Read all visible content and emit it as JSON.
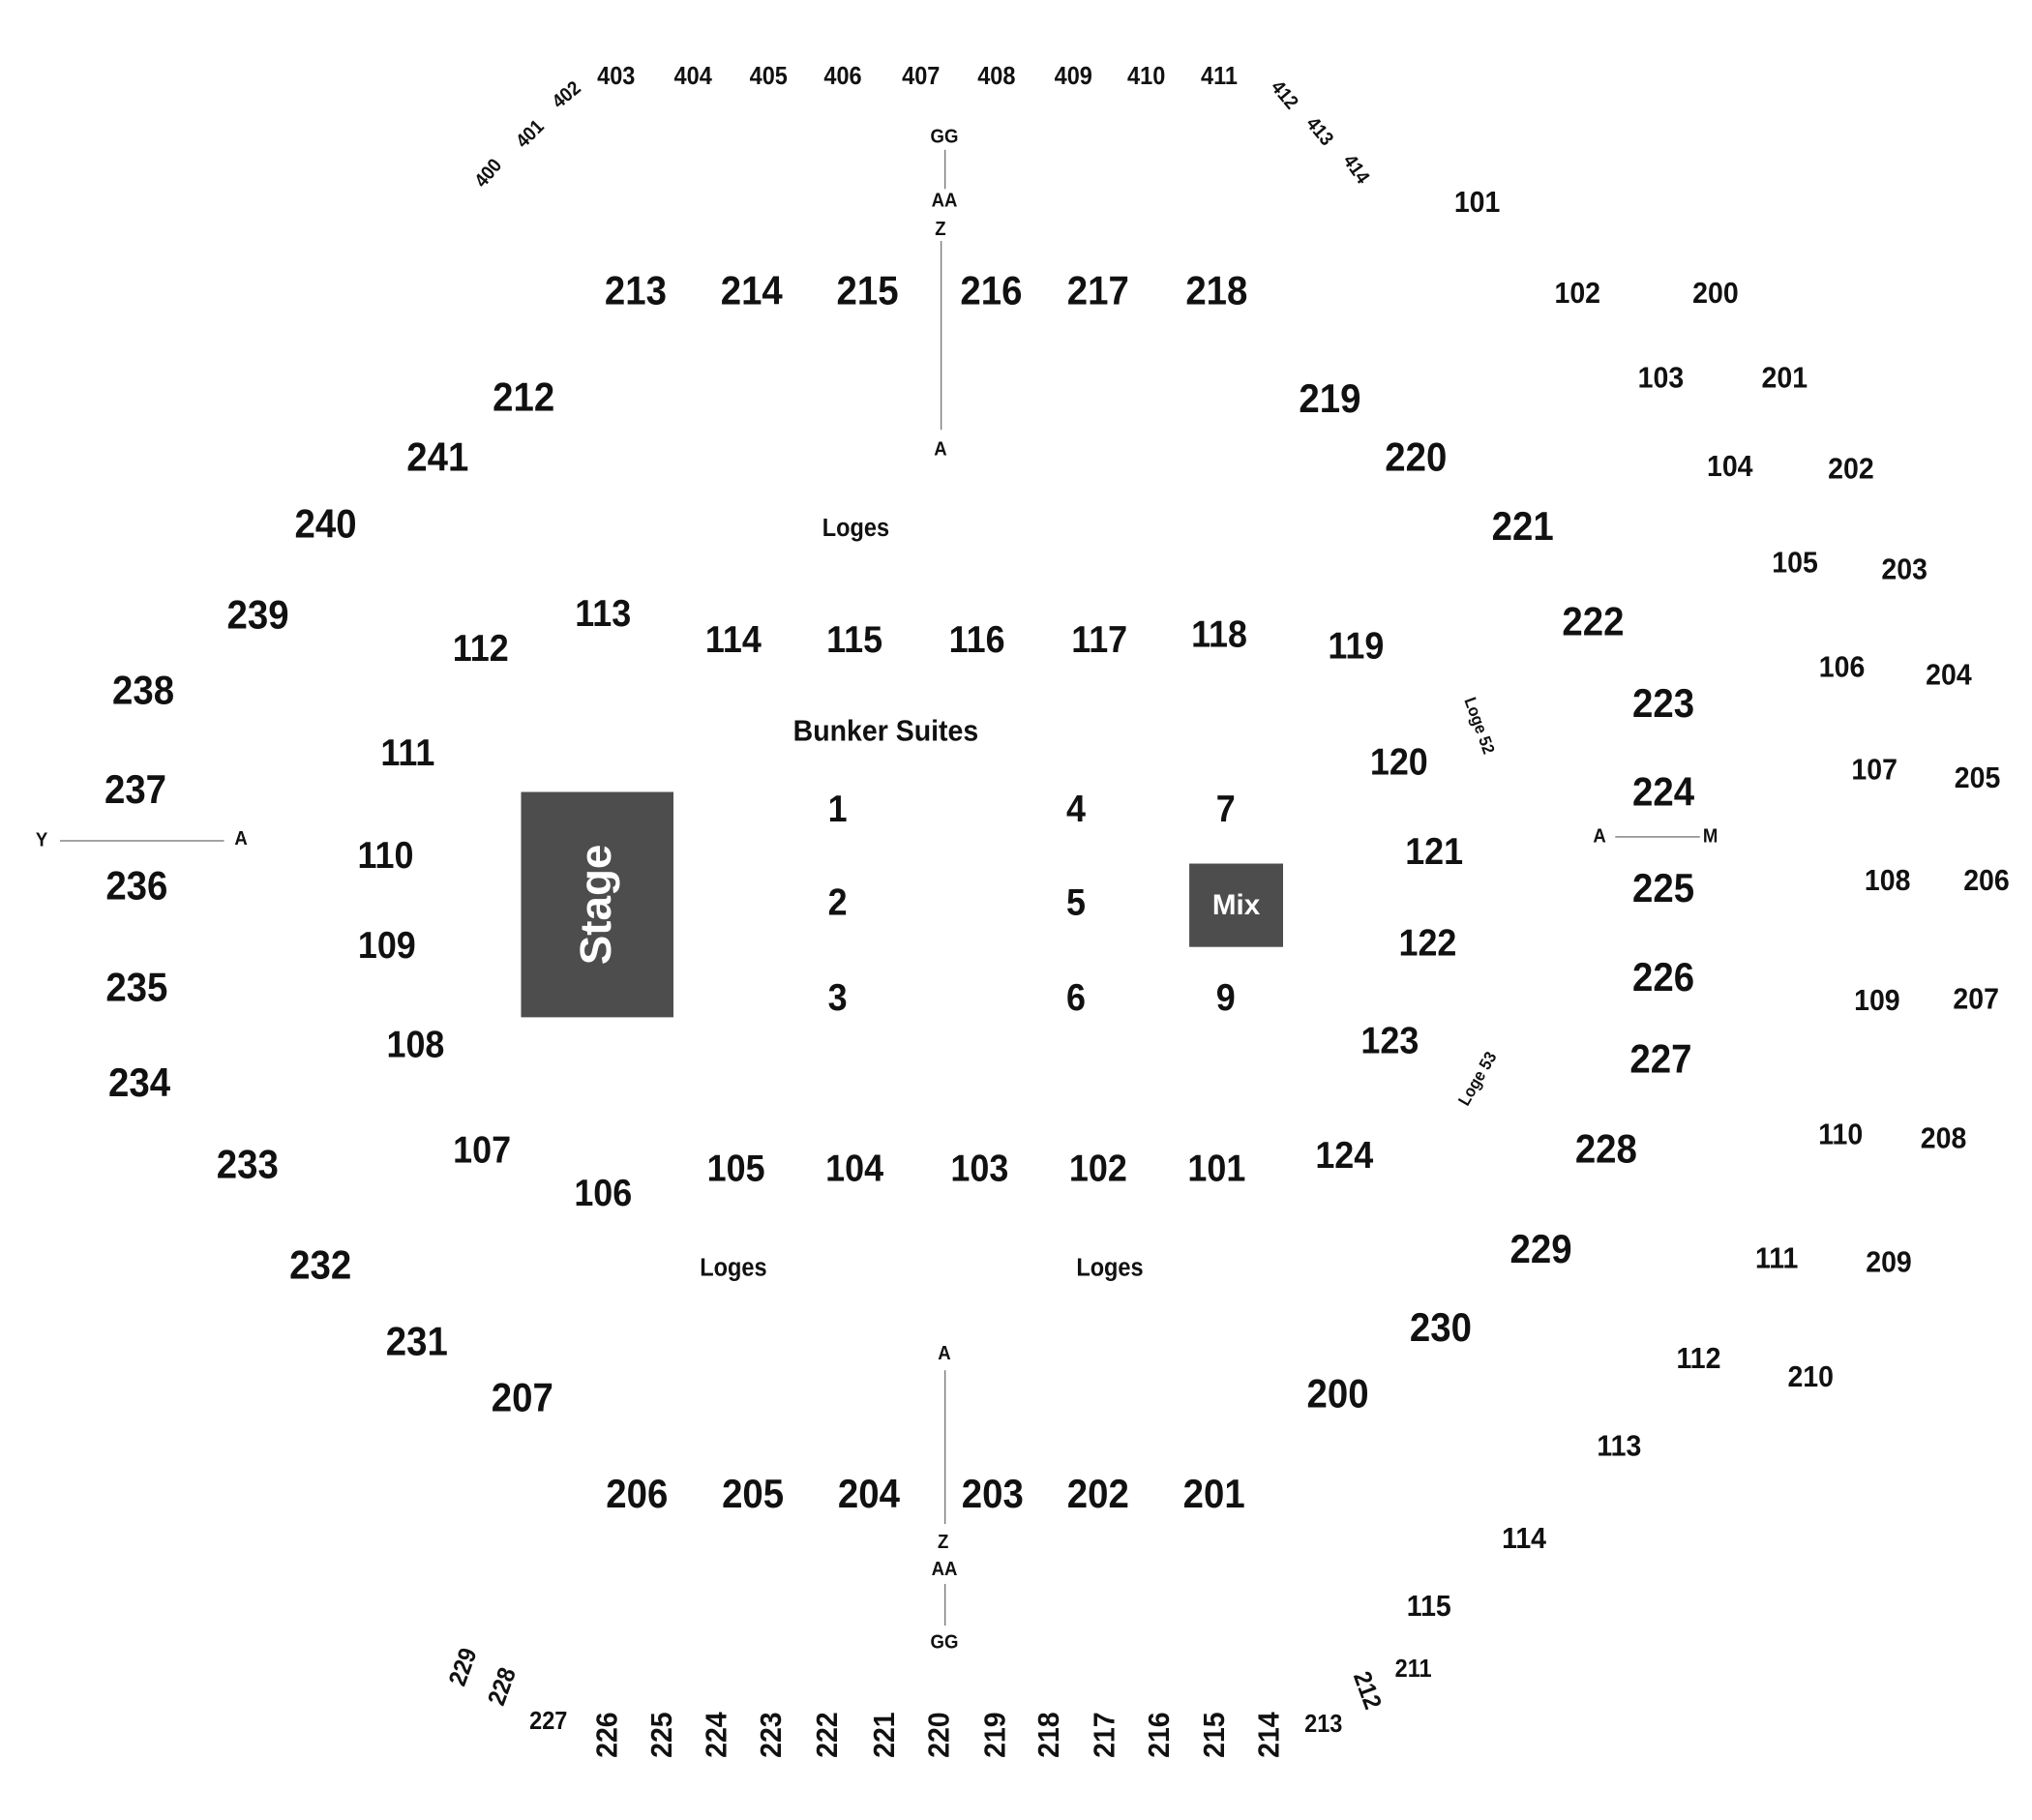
{
  "upper_400s": [
    "400",
    "401",
    "402",
    "403",
    "404",
    "405",
    "406",
    "407",
    "408",
    "409",
    "410",
    "411",
    "412",
    "413",
    "414"
  ],
  "aisles": {
    "top": [
      "GG",
      "AA",
      "Z",
      "A"
    ],
    "bottom": [
      "A",
      "Z",
      "AA",
      "GG"
    ],
    "left": [
      "Y",
      "A"
    ],
    "right": [
      "A",
      "M"
    ]
  },
  "sections_200_ring": [
    "213",
    "214",
    "215",
    "216",
    "217",
    "218",
    "212",
    "241",
    "240",
    "239",
    "238",
    "237",
    "236",
    "235",
    "234",
    "233",
    "232",
    "231",
    "207",
    "206",
    "205",
    "204",
    "203",
    "202",
    "201",
    "219",
    "220",
    "221",
    "222",
    "223",
    "224",
    "225",
    "226",
    "227",
    "228",
    "229",
    "230",
    "200"
  ],
  "sections_100_ring": [
    "113",
    "112",
    "111",
    "110",
    "109",
    "108",
    "107",
    "106",
    "105",
    "104",
    "103",
    "102",
    "101",
    "124",
    "123",
    "122",
    "121",
    "120",
    "119",
    "118",
    "117",
    "116",
    "115",
    "114"
  ],
  "loges": [
    "Loges",
    "Loges",
    "Loges",
    "Loge 52",
    "Loge 53"
  ],
  "bunker_suites": {
    "title": "Bunker Suites",
    "numbers": [
      "1",
      "2",
      "3",
      "4",
      "5",
      "6",
      "7",
      "9"
    ]
  },
  "floor": {
    "stage": "Stage",
    "mix": "Mix"
  },
  "outer_right": [
    "101",
    "102",
    "200",
    "103",
    "201",
    "104",
    "202",
    "105",
    "203",
    "106",
    "204",
    "107",
    "205",
    "108",
    "206",
    "109",
    "207",
    "110",
    "208",
    "111",
    "209",
    "112",
    "210",
    "113",
    "114",
    "115",
    "211",
    "212",
    "213"
  ],
  "bottom_row": [
    "229",
    "228",
    "227",
    "226",
    "225",
    "224",
    "223",
    "222",
    "221",
    "220",
    "219",
    "218",
    "217",
    "216",
    "215",
    "214"
  ],
  "colors": {
    "block": "#4d4d4d",
    "text": "#111111",
    "line": "#777777"
  }
}
